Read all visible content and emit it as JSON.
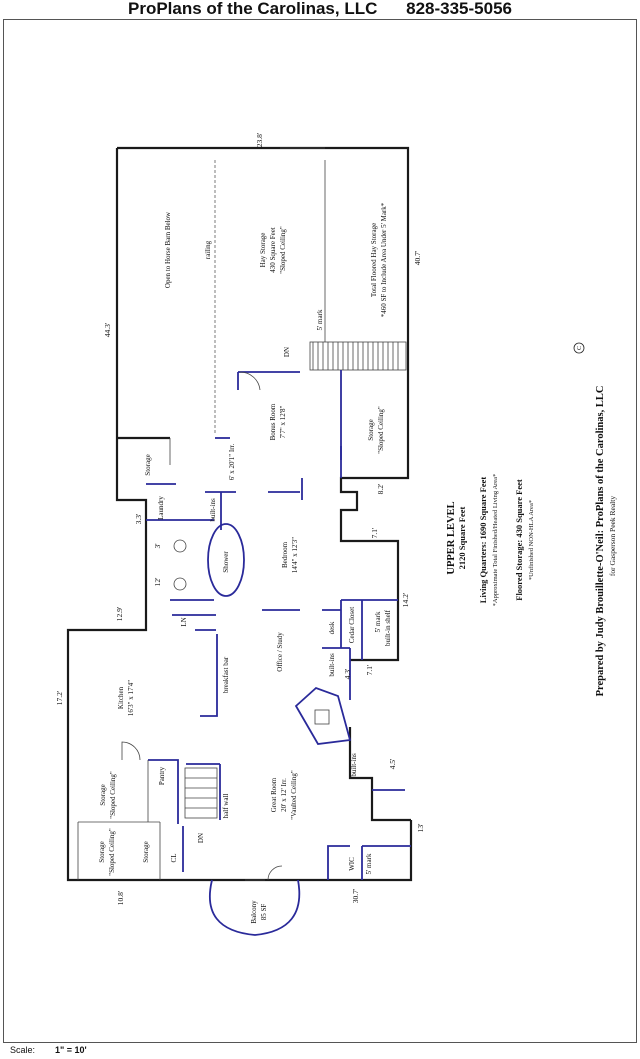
{
  "header": {
    "company": "ProPlans of the Carolinas, LLC",
    "phone": "828-335-5056"
  },
  "rooms": {
    "open_barn": "Open to Horse Barn Below",
    "railing": "railing",
    "hay": {
      "name": "Hay Storage",
      "sqft": "430 Square Feet",
      "note": "\"Sloped Ceiling\""
    },
    "floored_hay": {
      "name": "Total Floored Hay Storage",
      "note": "*460 SF to Include Area Under 5' Mark*"
    },
    "five_mark": "5' mark",
    "dn": "DN",
    "bonus": {
      "name": "Bonus Room",
      "size": "7'7\" x 12'8\""
    },
    "storage_bonus": {
      "name": "Storage",
      "note": "\"Sloped Ceiling\""
    },
    "storage": "Storage",
    "six_x": "6' x 20'1\" Irr.",
    "laundry": "Laundry",
    "built_in": "built-ins",
    "shower": "Shower",
    "bedroom": {
      "name": "Bedroom",
      "size": "14'4\" x 12'3\""
    },
    "cedar": "Cedar Closet",
    "desk": "desk",
    "built_in_shelf": "built-in shelf",
    "office": "Office / Study",
    "ln": "LN",
    "breakfast_bar": "breakfast bar",
    "kitchen": {
      "name": "Kitchen",
      "size": "16'3\" x 17'4\""
    },
    "storage_sloped": {
      "name": "Storage",
      "note": "\"Sloped Ceiling\""
    },
    "pantry": "Pantry",
    "half_wall": "half wall",
    "great_room": {
      "name": "Great Room",
      "size": "20' x 12' Irr.",
      "note": "\"Vaulted Ceiling\""
    },
    "cl": "CL",
    "wic": "WIC",
    "balcony": {
      "name": "Balcony",
      "sqft": "85 SF"
    }
  },
  "dimensions": {
    "top": "23.8'",
    "left_upper": "44.3'",
    "right_upper": "40.7'",
    "d33": "3.3'",
    "d3": "3'",
    "d12": "12'",
    "d129": "12.9'",
    "d172": "17.2'",
    "d108": "10.8'",
    "d82": "8.2'",
    "d71a": "7.1'",
    "d142": "14.2'",
    "d43": "4.3'",
    "d71b": "7.1'",
    "d45": "4.5'",
    "d13": "13'",
    "d307": "30.7'"
  },
  "legend": {
    "level": "UPPER LEVEL",
    "total": "2120 Square Feet",
    "living": "Living Quarters: 1690 Square Feet",
    "living_note": "*Approximate Total Finished/Heated Living Area*",
    "floored": "Floored Storage: 430 Square Feet",
    "floored_note": "*Unfinished NON-HLA Area*"
  },
  "credit": {
    "prepared": "Prepared by Judy Brouillette-O'Neil: ProPlans of the Carolinas, LLC",
    "for": "for Gasperson Peek Realty",
    "symbol": "C"
  },
  "scale": {
    "label": "Scale:",
    "value": "1\" = 10'"
  }
}
